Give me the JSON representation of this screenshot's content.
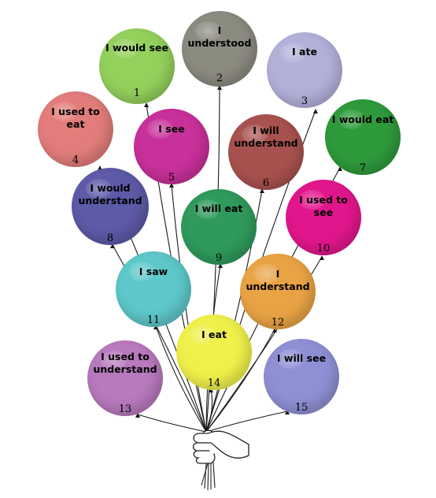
{
  "balloons": [
    {
      "id": 1,
      "label": "I would see",
      "number": "1",
      "color": "#93d05c"
    },
    {
      "id": 2,
      "label": "I understood",
      "number": "2",
      "color": "#8c8b80"
    },
    {
      "id": 3,
      "label": "I ate",
      "number": "3",
      "color": "#b3b0d9"
    },
    {
      "id": 4,
      "label": "I used to eat",
      "number": "4",
      "color": "#e27d7b"
    },
    {
      "id": 5,
      "label": "I see",
      "number": "5",
      "color": "#c8309a"
    },
    {
      "id": 6,
      "label": "I will understand",
      "number": "6",
      "color": "#a8524f"
    },
    {
      "id": 7,
      "label": "I would eat",
      "number": "7",
      "color": "#2f9a3c"
    },
    {
      "id": 8,
      "label": "I would understand",
      "number": "8",
      "color": "#5d5aa8"
    },
    {
      "id": 9,
      "label": "I will eat",
      "number": "9",
      "color": "#2f9a5c"
    },
    {
      "id": 10,
      "label": "I used to see",
      "number": "10",
      "color": "#e2168c"
    },
    {
      "id": 11,
      "label": "I saw",
      "number": "11",
      "color": "#5ec7c9"
    },
    {
      "id": 12,
      "label": "I understand",
      "number": "12",
      "color": "#e9a345"
    },
    {
      "id": 13,
      "label": "I used to understand",
      "number": "13",
      "color": "#b879bd"
    },
    {
      "id": 14,
      "label": "I eat",
      "number": "14",
      "color": "#eff04a"
    },
    {
      "id": 15,
      "label": "I will see",
      "number": "15",
      "color": "#8f90d4"
    }
  ]
}
